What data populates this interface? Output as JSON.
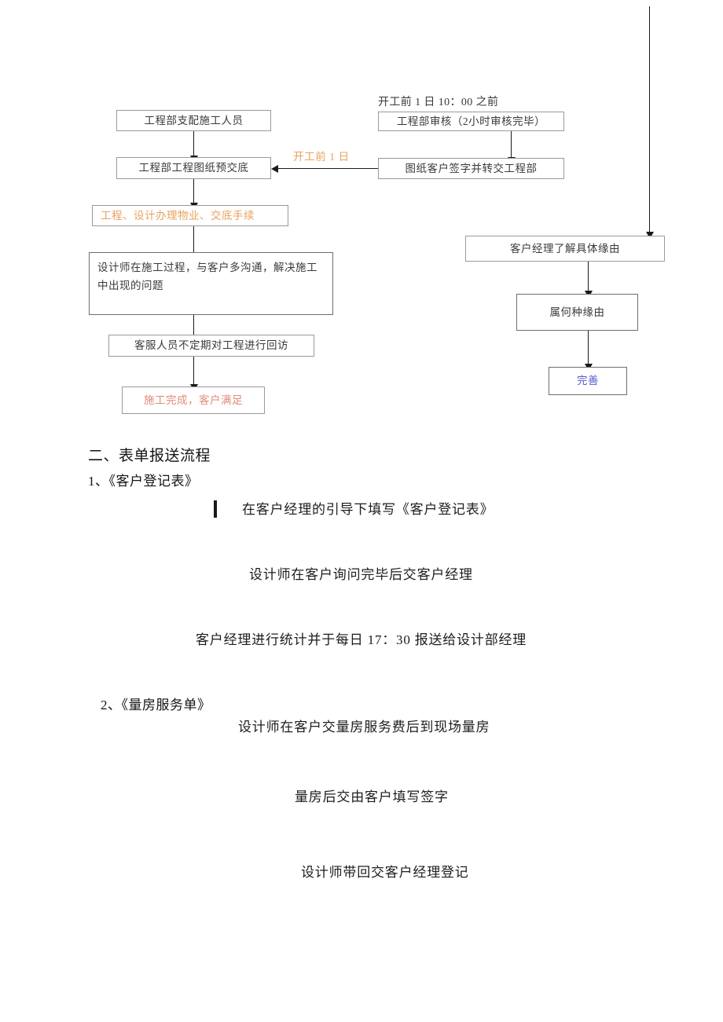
{
  "flowchart": {
    "title_hidden": "",
    "left_column": [
      {
        "id": "assign-workers",
        "label": "工程部支配施工人员"
      },
      {
        "id": "drawing-briefing",
        "label": "工程部工程图纸预交底"
      },
      {
        "id": "property-handover",
        "label": "工程、设计办理物业、交底手续",
        "color": "#e8a25c"
      },
      {
        "id": "designer-communicate",
        "label": "设计师在施工过程，与客户多沟通，解决施工中出现的问题"
      },
      {
        "id": "service-followup",
        "label": "客服人员不定期对工程进行回访"
      },
      {
        "id": "construction-complete",
        "label": "施工完成，客户满足",
        "color": "#e08a78"
      }
    ],
    "middle_column": [
      {
        "id": "engineering-review",
        "label": "工程部审核（2小时审核完毕）"
      },
      {
        "id": "customer-sign-drawing",
        "label": "图纸客户签字并转交工程部"
      }
    ],
    "right_column": [
      {
        "id": "manager-understand-reason",
        "label": "客户经理了解具体缘由"
      },
      {
        "id": "which-reason",
        "label": "属何种缘由"
      },
      {
        "id": "improve",
        "label": "完善",
        "color": "#5a5ad0"
      }
    ],
    "captions": [
      {
        "id": "before-start-time",
        "label": "开工前 1 日 10：00 之前"
      }
    ],
    "labels": [
      {
        "id": "before-start-one-day",
        "label": "开工前 1 日",
        "color": "#e8a25c"
      }
    ]
  },
  "body": {
    "section_heading": "二、表单报送流程",
    "item1": {
      "number": "1、《客户登记表》",
      "steps": [
        "在客户经理的引导下填写《客户登记表》",
        "设计师在客户询问完毕后交客户经理",
        "客户经理进行统计并于每日 17：30 报送给设计部经理"
      ]
    },
    "item2": {
      "number": "2、《量房服务单》",
      "steps": [
        "设计师在客户交量房服务费后到现场量房",
        "量房后交由客户填写签字",
        "设计师带回交客户经理登记"
      ]
    }
  }
}
